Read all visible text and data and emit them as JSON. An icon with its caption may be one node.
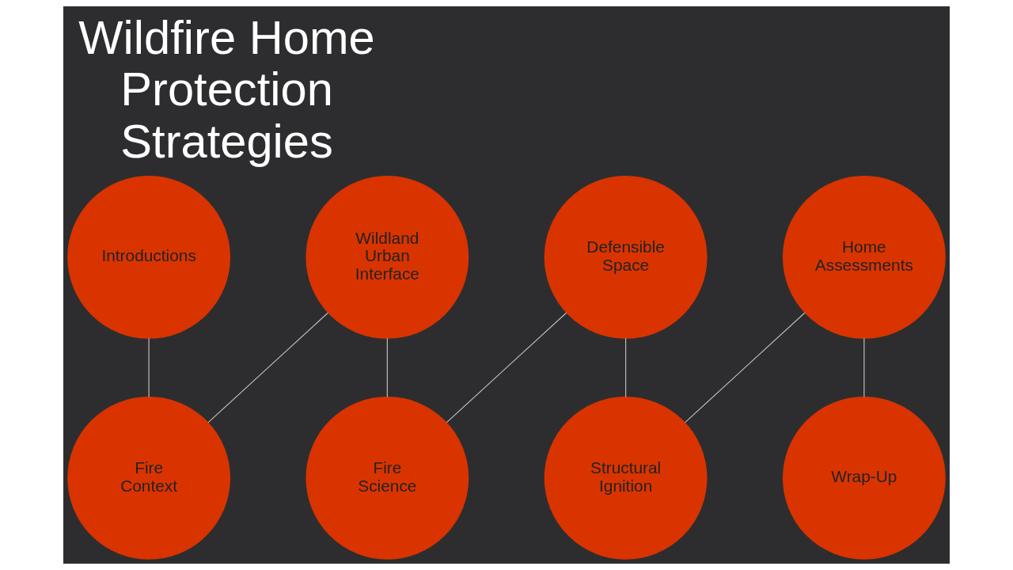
{
  "diagram": {
    "title": "Wildfire Home Protection Strategies",
    "nodes": [
      {
        "text": [
          "Introductions"
        ]
      },
      {
        "text": [
          "Fire Context"
        ]
      },
      {
        "text": [
          "Wildland Urban Interface"
        ]
      },
      {
        "text": [
          "Fire Science"
        ]
      },
      {
        "text": [
          "Defensible Space"
        ]
      },
      {
        "text": [
          "Structural Ignition"
        ]
      },
      {
        "text": [
          "Home Assessments"
        ]
      },
      {
        "text": [
          "Wrap-Up"
        ]
      }
    ],
    "edges": [
      {
        "from": 0,
        "to": 1,
        "arrow": "none"
      },
      {
        "from": 1,
        "to": 2,
        "arrow": "none"
      },
      {
        "from": 2,
        "to": 3,
        "arrow": "none"
      },
      {
        "from": 3,
        "to": 4,
        "arrow": "none"
      },
      {
        "from": 4,
        "to": 5,
        "arrow": "none"
      },
      {
        "from": 5,
        "to": 6,
        "arrow": "none"
      },
      {
        "from": 6,
        "to": 7,
        "arrow": "none"
      }
    ]
  }
}
